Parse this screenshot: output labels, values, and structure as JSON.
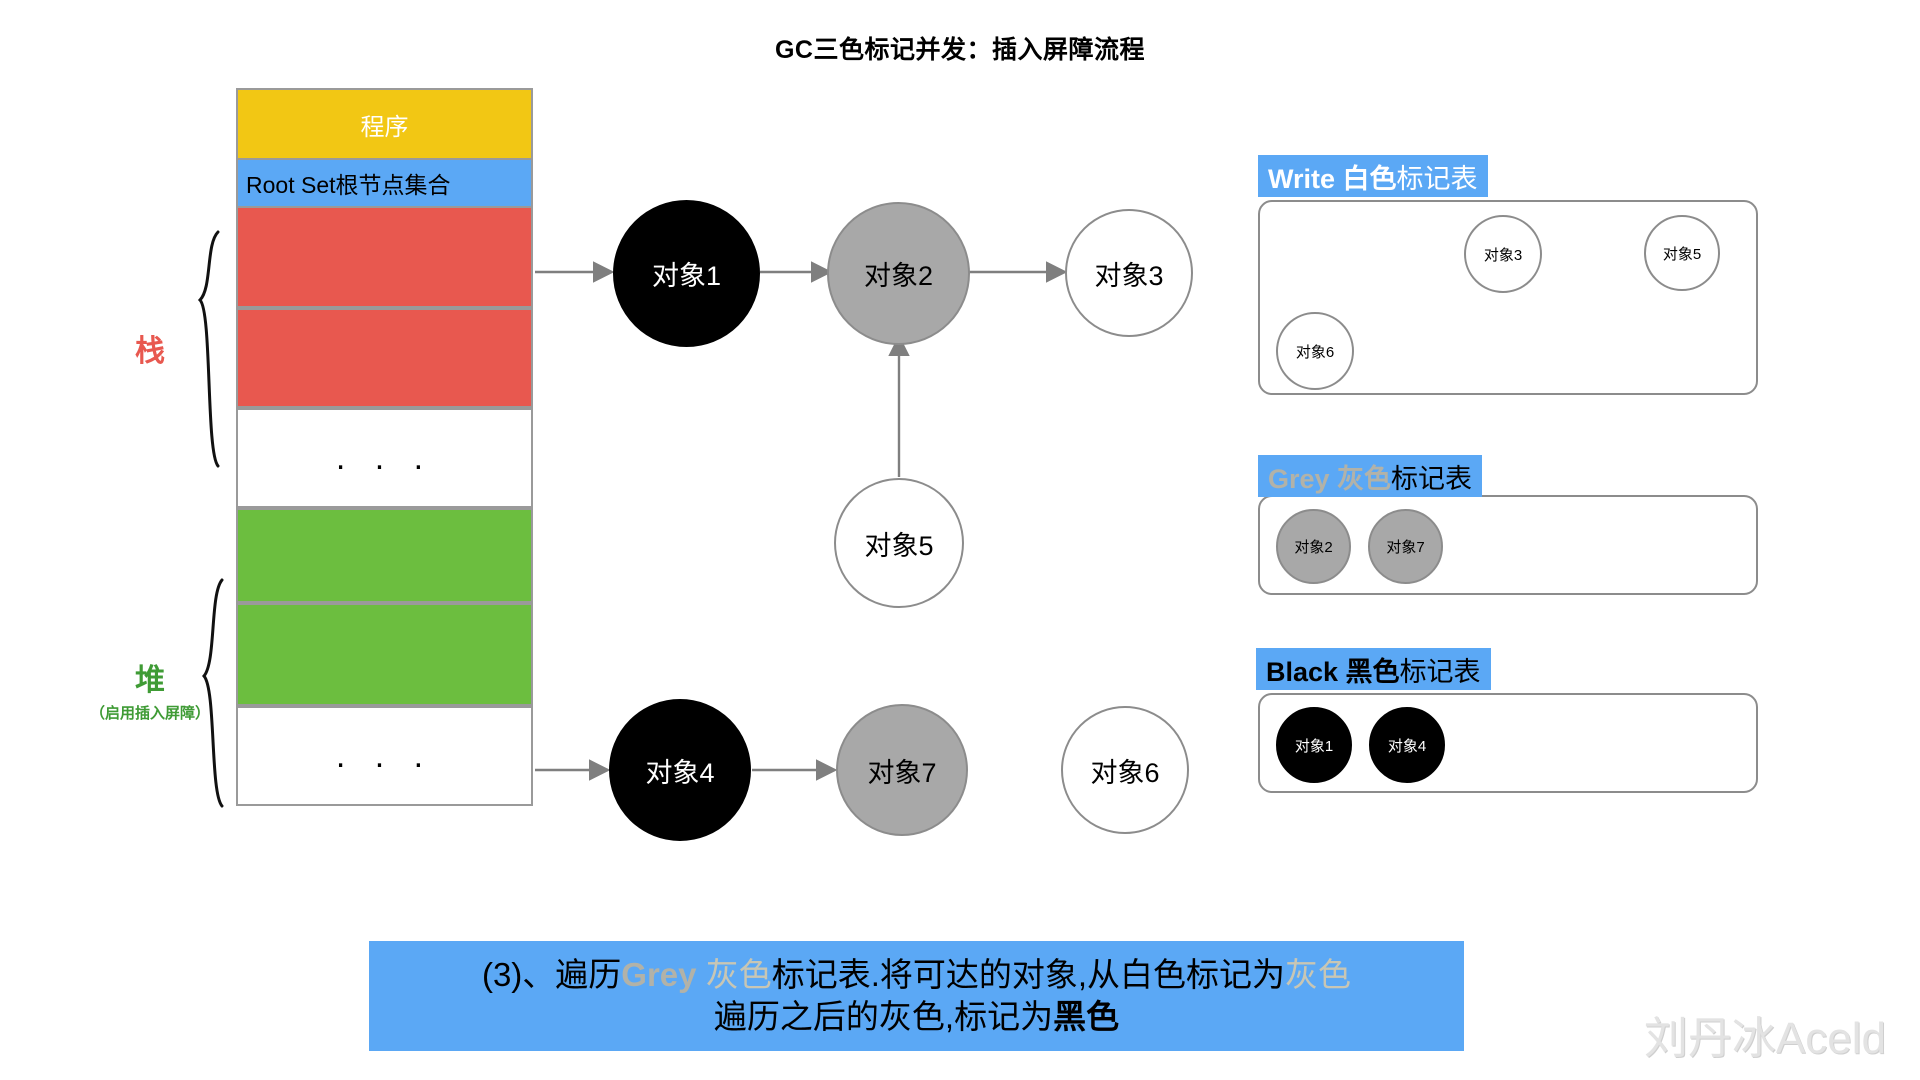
{
  "title": "GC三色标记并发：插入屏障流程",
  "memory_column": {
    "program_label": "程序",
    "root_set_label": "Root Set根节点集合",
    "ellipsis": ". . .",
    "ellipsis2": ". . ."
  },
  "side_labels": {
    "stack": "栈",
    "heap": "堆",
    "heap_sub": "（启用插入屏障）"
  },
  "graph": {
    "nodes": [
      {
        "id": "obj1",
        "label": "对象1",
        "color": "black"
      },
      {
        "id": "obj2",
        "label": "对象2",
        "color": "grey"
      },
      {
        "id": "obj3",
        "label": "对象3",
        "color": "white"
      },
      {
        "id": "obj5",
        "label": "对象5",
        "color": "white"
      },
      {
        "id": "obj4",
        "label": "对象4",
        "color": "black"
      },
      {
        "id": "obj7",
        "label": "对象7",
        "color": "grey"
      },
      {
        "id": "obj6",
        "label": "对象6",
        "color": "white"
      }
    ],
    "edges": [
      {
        "from": "root-stack",
        "to": "obj1"
      },
      {
        "from": "obj1",
        "to": "obj2"
      },
      {
        "from": "obj2",
        "to": "obj3"
      },
      {
        "from": "obj5",
        "to": "obj2"
      },
      {
        "from": "heap",
        "to": "obj4"
      },
      {
        "from": "obj4",
        "to": "obj7"
      }
    ]
  },
  "mark_tables": [
    {
      "id": "white-table",
      "header_en": "Write 白色",
      "header_zh": "标记表",
      "header_en_color": "#ffffff",
      "header_zh_color": "#ffffff",
      "items": [
        {
          "label": "对象3",
          "color": "white"
        },
        {
          "label": "对象5",
          "color": "white"
        },
        {
          "label": "对象6",
          "color": "white"
        }
      ]
    },
    {
      "id": "grey-table",
      "header_en": "Grey 灰色",
      "header_zh": "标记表",
      "header_en_color": "#b2b2a8",
      "header_zh_color": "#000000",
      "items": [
        {
          "label": "对象2",
          "color": "grey"
        },
        {
          "label": "对象7",
          "color": "grey"
        }
      ]
    },
    {
      "id": "black-table",
      "header_en": "Black 黑色",
      "header_zh": "标记表",
      "header_en_color": "#000000",
      "header_zh_color": "#000000",
      "items": [
        {
          "label": "对象1",
          "color": "black"
        },
        {
          "label": "对象4",
          "color": "black"
        }
      ]
    }
  ],
  "caption": {
    "line1_a": "(3)、遍历",
    "line1_grey_en": "Grey ",
    "line1_grey_zh": "灰色",
    "line1_b": "标记表.将可达的对象,从白色标记为",
    "line1_c": "灰色",
    "line2_a": "遍历之后的灰色,标记为",
    "line2_bold": "黑色"
  },
  "watermark": "刘丹冰Aceld",
  "colors": {
    "accent_blue": "#5ba8f5",
    "program_yellow": "#f2c714",
    "stack_red": "#e8584f",
    "heap_green": "#6cbe3f",
    "node_grey": "#a8a8a8",
    "node_black": "#000000"
  }
}
